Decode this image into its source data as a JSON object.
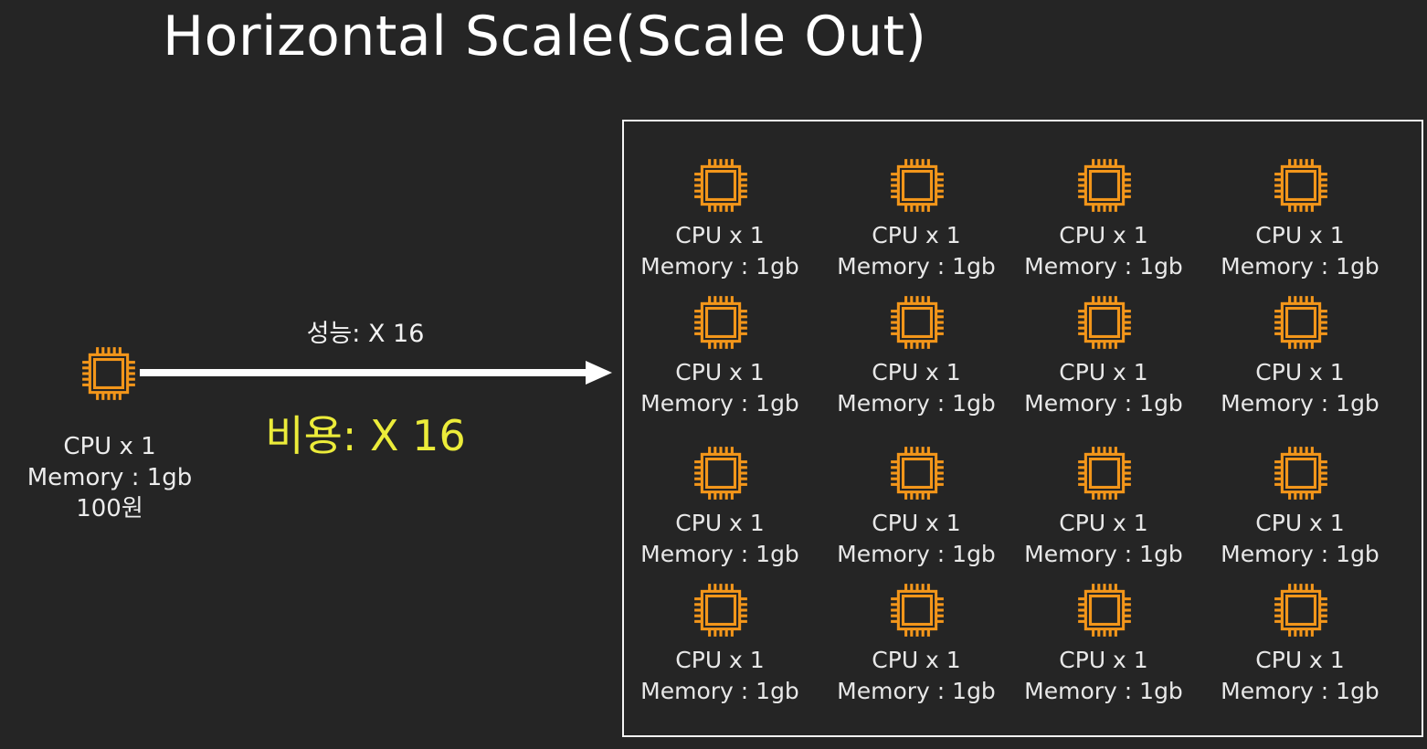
{
  "title": "Horizontal Scale(Scale Out)",
  "colors": {
    "background": "#252525",
    "chip": "#f3961a",
    "cost": "#ecec3a",
    "text": "#e8e8e8",
    "arrow": "#ffffff"
  },
  "single": {
    "icon": "cpu-chip-icon",
    "cpu": "CPU x 1",
    "memory": "Memory : 1gb",
    "price": "100원"
  },
  "arrow": {
    "performance": "성능: X 16",
    "cost": "비용: X 16"
  },
  "cluster": {
    "nodes": [
      {
        "cpu": "CPU x 1",
        "memory": "Memory : 1gb"
      },
      {
        "cpu": "CPU x 1",
        "memory": "Memory : 1gb"
      },
      {
        "cpu": "CPU x 1",
        "memory": "Memory : 1gb"
      },
      {
        "cpu": "CPU x 1",
        "memory": "Memory : 1gb"
      },
      {
        "cpu": "CPU x 1",
        "memory": "Memory : 1gb"
      },
      {
        "cpu": "CPU x 1",
        "memory": "Memory : 1gb"
      },
      {
        "cpu": "CPU x 1",
        "memory": "Memory : 1gb"
      },
      {
        "cpu": "CPU x 1",
        "memory": "Memory : 1gb"
      },
      {
        "cpu": "CPU x 1",
        "memory": "Memory : 1gb"
      },
      {
        "cpu": "CPU x 1",
        "memory": "Memory : 1gb"
      },
      {
        "cpu": "CPU x 1",
        "memory": "Memory : 1gb"
      },
      {
        "cpu": "CPU x 1",
        "memory": "Memory : 1gb"
      },
      {
        "cpu": "CPU x 1",
        "memory": "Memory : 1gb"
      },
      {
        "cpu": "CPU x 1",
        "memory": "Memory : 1gb"
      },
      {
        "cpu": "CPU x 1",
        "memory": "Memory : 1gb"
      },
      {
        "cpu": "CPU x 1",
        "memory": "Memory : 1gb"
      }
    ]
  }
}
